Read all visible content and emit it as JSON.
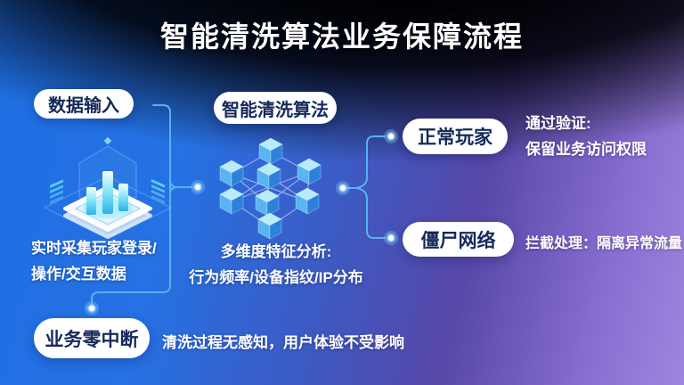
{
  "title": "智能清洗算法业务保障流程",
  "nodes": {
    "data_input": {
      "label": "数据输入",
      "desc_line1": "实时采集玩家登录/",
      "desc_line2": "操作/交互数据"
    },
    "algorithm": {
      "label": "智能清洗算法",
      "desc_line1": "多维度特征分析:",
      "desc_line2": "行为频率/设备指纹/IP分布"
    },
    "normal_player": {
      "label": "正常玩家",
      "desc_line1": "通过验证:",
      "desc_line2": "保留业务访问权限"
    },
    "botnet": {
      "label": "僵尸网络",
      "desc": "拦截处理：隔离异常流量"
    },
    "zero_interruption": {
      "label": "业务零中断",
      "desc": "清洗过程无感知，用户体验不受影响"
    }
  },
  "icons": {
    "data_platform": "isometric-bar-chart-platform",
    "algorithm_network": "isometric-cube-network"
  },
  "colors": {
    "background_blue": "#1e6fe3",
    "background_purple": "#9e86de",
    "background_dark": "#05070c",
    "connector_line": "#57b2f2",
    "glow_dot": "#ffffff",
    "pill_background": "#ffffff",
    "pill_text": "#15295b",
    "cube_top": "#b9ecfb",
    "cube_left": "#59b4f2",
    "cube_right": "#2e81da",
    "network_link": "#aab4f2",
    "bar_cyan": "#2fb0e8"
  }
}
